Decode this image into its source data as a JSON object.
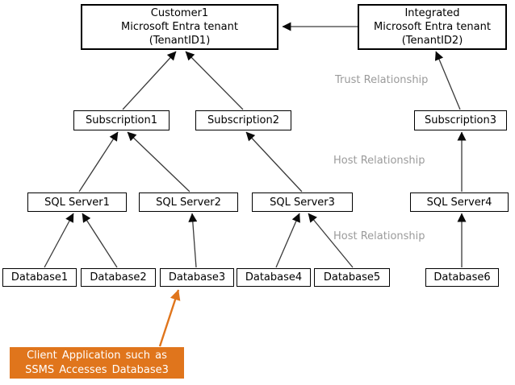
{
  "diagram": {
    "tenants": {
      "customer": {
        "line1": "Customer1",
        "line2": "Microsoft Entra tenant",
        "line3": "(TenantID1)"
      },
      "integrated": {
        "line1": "Integrated",
        "line2": "Microsoft Entra tenant",
        "line3": "(TenantID2)"
      }
    },
    "subscriptions": {
      "sub1": "Subscription1",
      "sub2": "Subscription2",
      "sub3": "Subscription3"
    },
    "sql_servers": {
      "sql1": "SQL Server1",
      "sql2": "SQL Server2",
      "sql3": "SQL Server3",
      "sql4": "SQL Server4"
    },
    "databases": {
      "db1": "Database1",
      "db2": "Database2",
      "db3": "Database3",
      "db4": "Database4",
      "db5": "Database5",
      "db6": "Database6"
    },
    "relationship_labels": {
      "trust": "Trust Relationship",
      "host_upper": "Host Relationship",
      "host_lower": "Host Relationship"
    },
    "callout": {
      "line1": "Client Application such as",
      "line2": "SSMS Accesses Database3"
    },
    "colors": {
      "box_border": "#000000",
      "arrow": "#3A3A3A",
      "label_gray": "#9B9B9B",
      "callout_orange": "#E0751C",
      "callout_text": "#FFFFFF"
    }
  }
}
